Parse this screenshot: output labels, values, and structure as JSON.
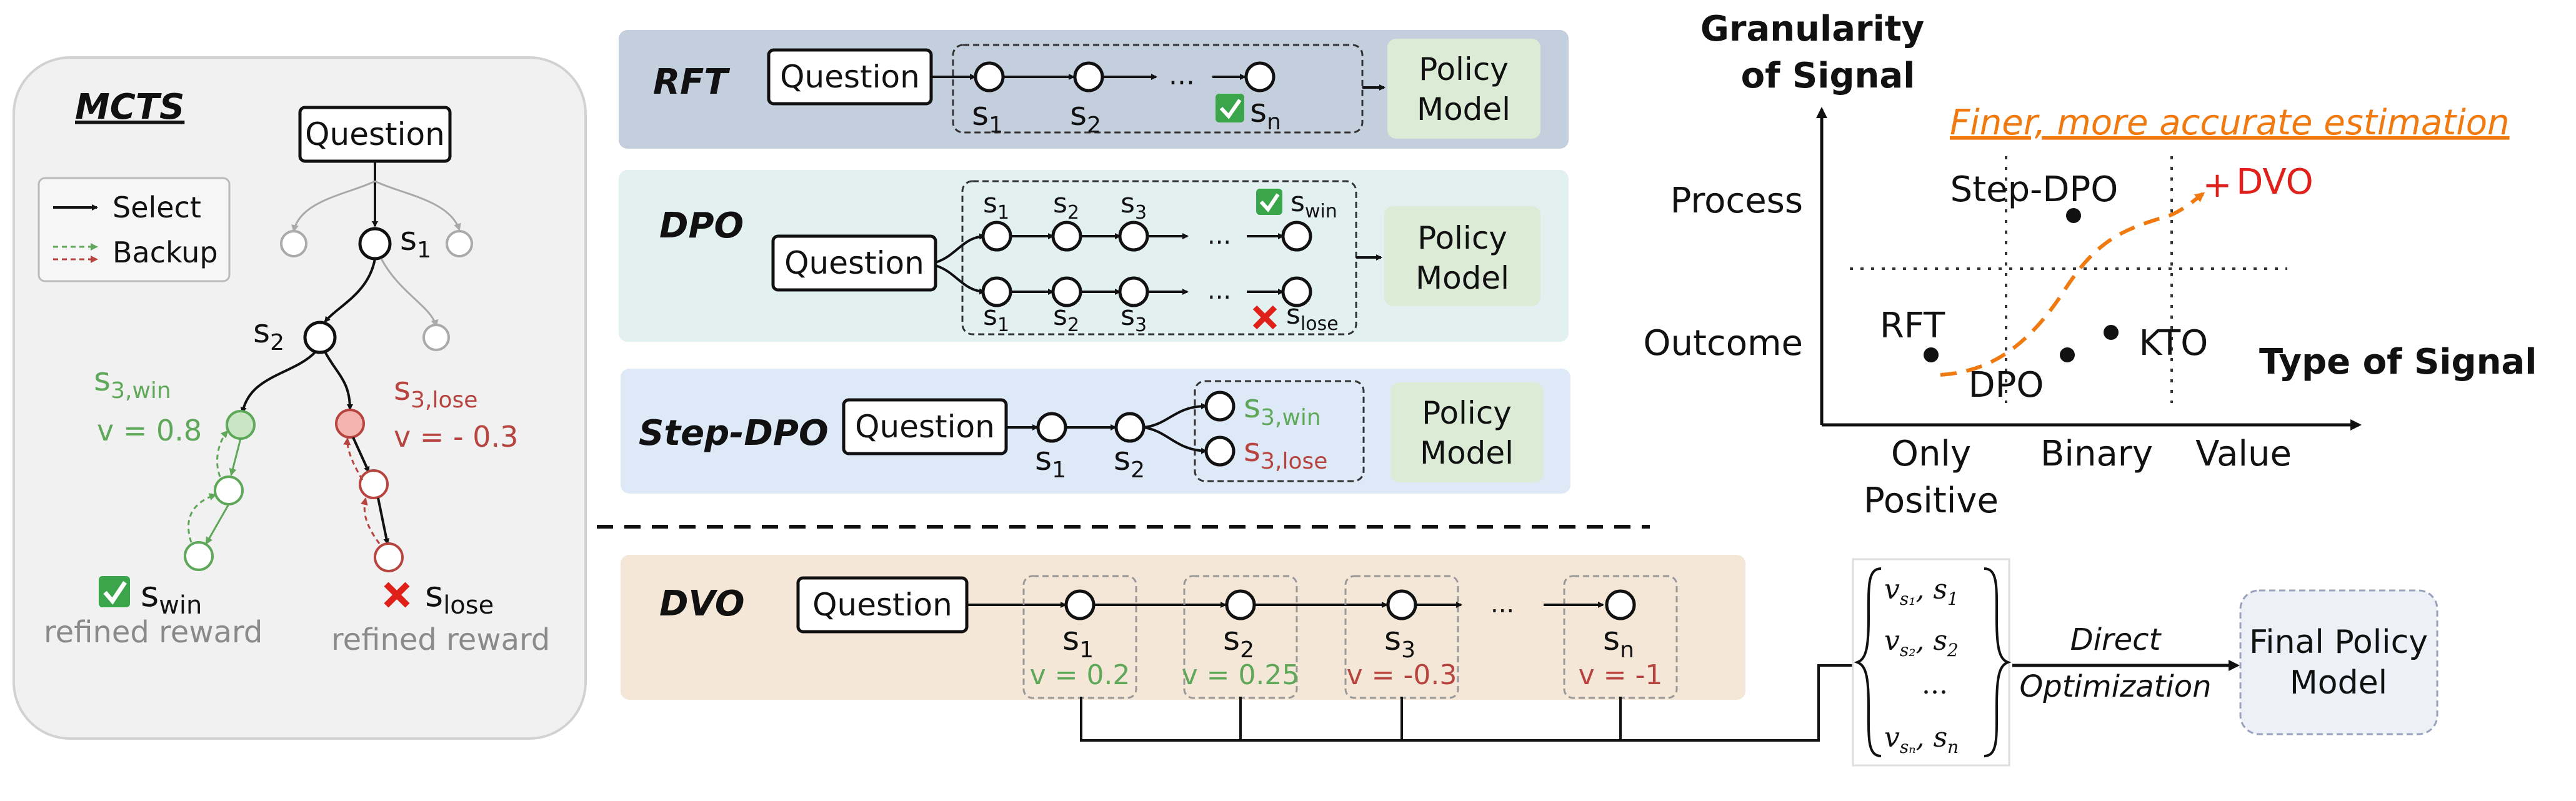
{
  "mcts": {
    "title": "MCTS",
    "question": "Question",
    "legend_select": "Select",
    "legend_backup": "Backup",
    "s1": "s",
    "s1_sub": "1",
    "s2": "s",
    "s2_sub": "2",
    "s3win": "s",
    "s3win_sub": "3,win",
    "s3win_v": "v = 0.8",
    "s3lose": "s",
    "s3lose_sub": "3,lose",
    "s3lose_v": "v = - 0.3",
    "swin": "s",
    "swin_sub": "win",
    "swin_caption": "refined reward",
    "slose": "s",
    "slose_sub": "lose",
    "slose_caption": "refined reward"
  },
  "rft": {
    "title": "RFT",
    "question": "Question",
    "policy1": "Policy",
    "policy2": "Model",
    "s1": "s",
    "s1_sub": "1",
    "s2": "s",
    "s2_sub": "2",
    "dots": "...",
    "sn": "s",
    "sn_sub": "n"
  },
  "dpo": {
    "title": "DPO",
    "question": "Question",
    "policy1": "Policy",
    "policy2": "Model",
    "s": "s",
    "sub1": "1",
    "sub2": "2",
    "sub3": "3",
    "dots": "...",
    "win_sub": "win",
    "lose_sub": "lose"
  },
  "stepdpo": {
    "title": "Step-DPO",
    "question": "Question",
    "policy1": "Policy",
    "policy2": "Model",
    "s": "s",
    "sub1": "1",
    "sub2": "2",
    "win_sub": "3,win",
    "lose_sub": "3,lose"
  },
  "dvo": {
    "title": "DVO",
    "question": "Question",
    "s": "s",
    "dots": "...",
    "steps": [
      {
        "sub": "1",
        "v": "v = 0.2",
        "color": "#5fa85a"
      },
      {
        "sub": "2",
        "v": "v = 0.25",
        "color": "#5fa85a"
      },
      {
        "sub": "3",
        "v": "v = -0.3",
        "color": "#b8443f"
      },
      {
        "sub": "n",
        "v": "v = -1",
        "color": "#b8443f"
      }
    ],
    "matrix": [
      "v",
      "s",
      "dots_row",
      "v",
      "s"
    ],
    "matrix_rows": [
      {
        "v_sub": "s₁",
        "s_sub": "1"
      },
      {
        "v_sub": "s₂",
        "s_sub": "2"
      },
      {
        "v_sub": "sₙ",
        "s_sub": "n"
      }
    ],
    "matrix_dots": "...",
    "arrow_label1": "Direct",
    "arrow_label2": "Optimization",
    "final1": "Final Policy",
    "final2": "Model"
  },
  "landscape": {
    "y_title1": "Granularity",
    "y_title2": "of Signal",
    "x_title": "Type of Signal",
    "y_ticks": [
      "Process",
      "Outcome"
    ],
    "x_ticks": [
      "Only",
      "Positive",
      "Binary",
      "Value"
    ],
    "annotation": "Finer, more accurate estimation",
    "points": [
      {
        "label": "Step-DPO"
      },
      {
        "label": "DVO"
      },
      {
        "label": "RFT"
      },
      {
        "label": "DPO"
      },
      {
        "label": "KTO"
      }
    ]
  },
  "colors": {
    "green": "#5fa85a",
    "red": "#b8443f",
    "orange": "#f07a10",
    "panel_blue": "#c3cfdc",
    "panel_teal": "#e2f1ef",
    "panel_lightblue": "#dde9f6",
    "panel_beige": "#f4e7d8",
    "policy_green": "#dcebd6"
  },
  "icons": [
    "check-icon",
    "cross-icon",
    "arrow-icon"
  ]
}
